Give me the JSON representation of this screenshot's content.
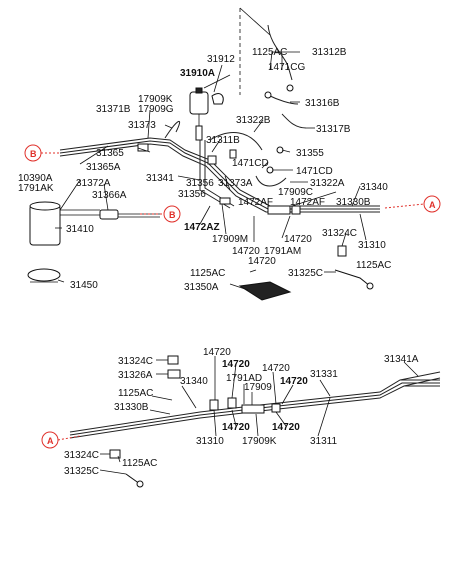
{
  "colors": {
    "reference_marker": "#e0302a",
    "line": "#111111"
  },
  "references": {
    "a": "A",
    "b": "B"
  },
  "labels": [
    {
      "id": "l_31312B",
      "text": "31312B"
    },
    {
      "id": "l_1125AC_top",
      "text": "1125AC"
    },
    {
      "id": "l_31912",
      "text": "31912"
    },
    {
      "id": "l_1471CG",
      "text": "1471CG"
    },
    {
      "id": "l_31910A",
      "text": "31910A"
    },
    {
      "id": "l_17909K",
      "text": "17909K"
    },
    {
      "id": "l_17909G",
      "text": "17909G"
    },
    {
      "id": "l_31316B",
      "text": "31316B"
    },
    {
      "id": "l_31371B",
      "text": "31371B"
    },
    {
      "id": "l_31373",
      "text": "31373"
    },
    {
      "id": "l_31322B",
      "text": "31322B"
    },
    {
      "id": "l_31317B",
      "text": "31317B"
    },
    {
      "id": "l_31311B",
      "text": "31311B"
    },
    {
      "id": "l_31365",
      "text": "31365"
    },
    {
      "id": "l_31355",
      "text": "31355"
    },
    {
      "id": "l_31365A",
      "text": "31365A"
    },
    {
      "id": "l_1471CD_a",
      "text": "1471CD"
    },
    {
      "id": "l_1471CD_b",
      "text": "1471CD"
    },
    {
      "id": "l_10390A",
      "text": "10390A"
    },
    {
      "id": "l_31372A",
      "text": "31372A"
    },
    {
      "id": "l_31341",
      "text": "31341"
    },
    {
      "id": "l_31356_a",
      "text": "31356"
    },
    {
      "id": "l_31373A",
      "text": "31373A"
    },
    {
      "id": "l_31322A",
      "text": "31322A"
    },
    {
      "id": "l_1791AK",
      "text": "1791AK"
    },
    {
      "id": "l_17909C",
      "text": "17909C"
    },
    {
      "id": "l_31340_top",
      "text": "31340"
    },
    {
      "id": "l_31366A",
      "text": "31366A"
    },
    {
      "id": "l_31356_b",
      "text": "31356"
    },
    {
      "id": "l_1472AF_a",
      "text": "1472AF"
    },
    {
      "id": "l_1472AF_b",
      "text": "1472AF"
    },
    {
      "id": "l_31330B_top",
      "text": "31330B"
    },
    {
      "id": "l_1472AZ",
      "text": "1472AZ"
    },
    {
      "id": "l_31324C_top",
      "text": "31324C"
    },
    {
      "id": "l_31410",
      "text": "31410"
    },
    {
      "id": "l_17909M",
      "text": "17909M"
    },
    {
      "id": "l_14720_t1",
      "text": "14720"
    },
    {
      "id": "l_14720_t2",
      "text": "14720"
    },
    {
      "id": "l_31310_top",
      "text": "31310"
    },
    {
      "id": "l_1791AM",
      "text": "1791AM"
    },
    {
      "id": "l_14720_t3",
      "text": "14720"
    },
    {
      "id": "l_1125AC_mid",
      "text": "1125AC"
    },
    {
      "id": "l_31325C_top",
      "text": "31325C"
    },
    {
      "id": "l_1125AC_r",
      "text": "1125AC"
    },
    {
      "id": "l_31350A",
      "text": "31350A"
    },
    {
      "id": "l_31450",
      "text": "31450"
    },
    {
      "id": "l_14720_b1",
      "text": "14720"
    },
    {
      "id": "l_31324C_b1",
      "text": "31324C"
    },
    {
      "id": "l_14720_b2",
      "text": "14720"
    },
    {
      "id": "l_14720_b3",
      "text": "14720"
    },
    {
      "id": "l_31341A",
      "text": "31341A"
    },
    {
      "id": "l_31326A",
      "text": "31326A"
    },
    {
      "id": "l_1791AD",
      "text": "1791AD"
    },
    {
      "id": "l_31331",
      "text": "31331"
    },
    {
      "id": "l_31340_b",
      "text": "31340"
    },
    {
      "id": "l_17909",
      "text": "17909"
    },
    {
      "id": "l_14720_b4",
      "text": "14720"
    },
    {
      "id": "l_1125AC_b1",
      "text": "1125AC"
    },
    {
      "id": "l_31330B_b",
      "text": "31330B"
    },
    {
      "id": "l_14720_b5",
      "text": "14720"
    },
    {
      "id": "l_14720_b6",
      "text": "14720"
    },
    {
      "id": "l_31310_b",
      "text": "31310"
    },
    {
      "id": "l_17909K_b",
      "text": "17909K"
    },
    {
      "id": "l_31311",
      "text": "31311"
    },
    {
      "id": "l_31324C_b2",
      "text": "31324C"
    },
    {
      "id": "l_1125AC_b2",
      "text": "1125AC"
    },
    {
      "id": "l_31325C_b",
      "text": "31325C"
    }
  ]
}
